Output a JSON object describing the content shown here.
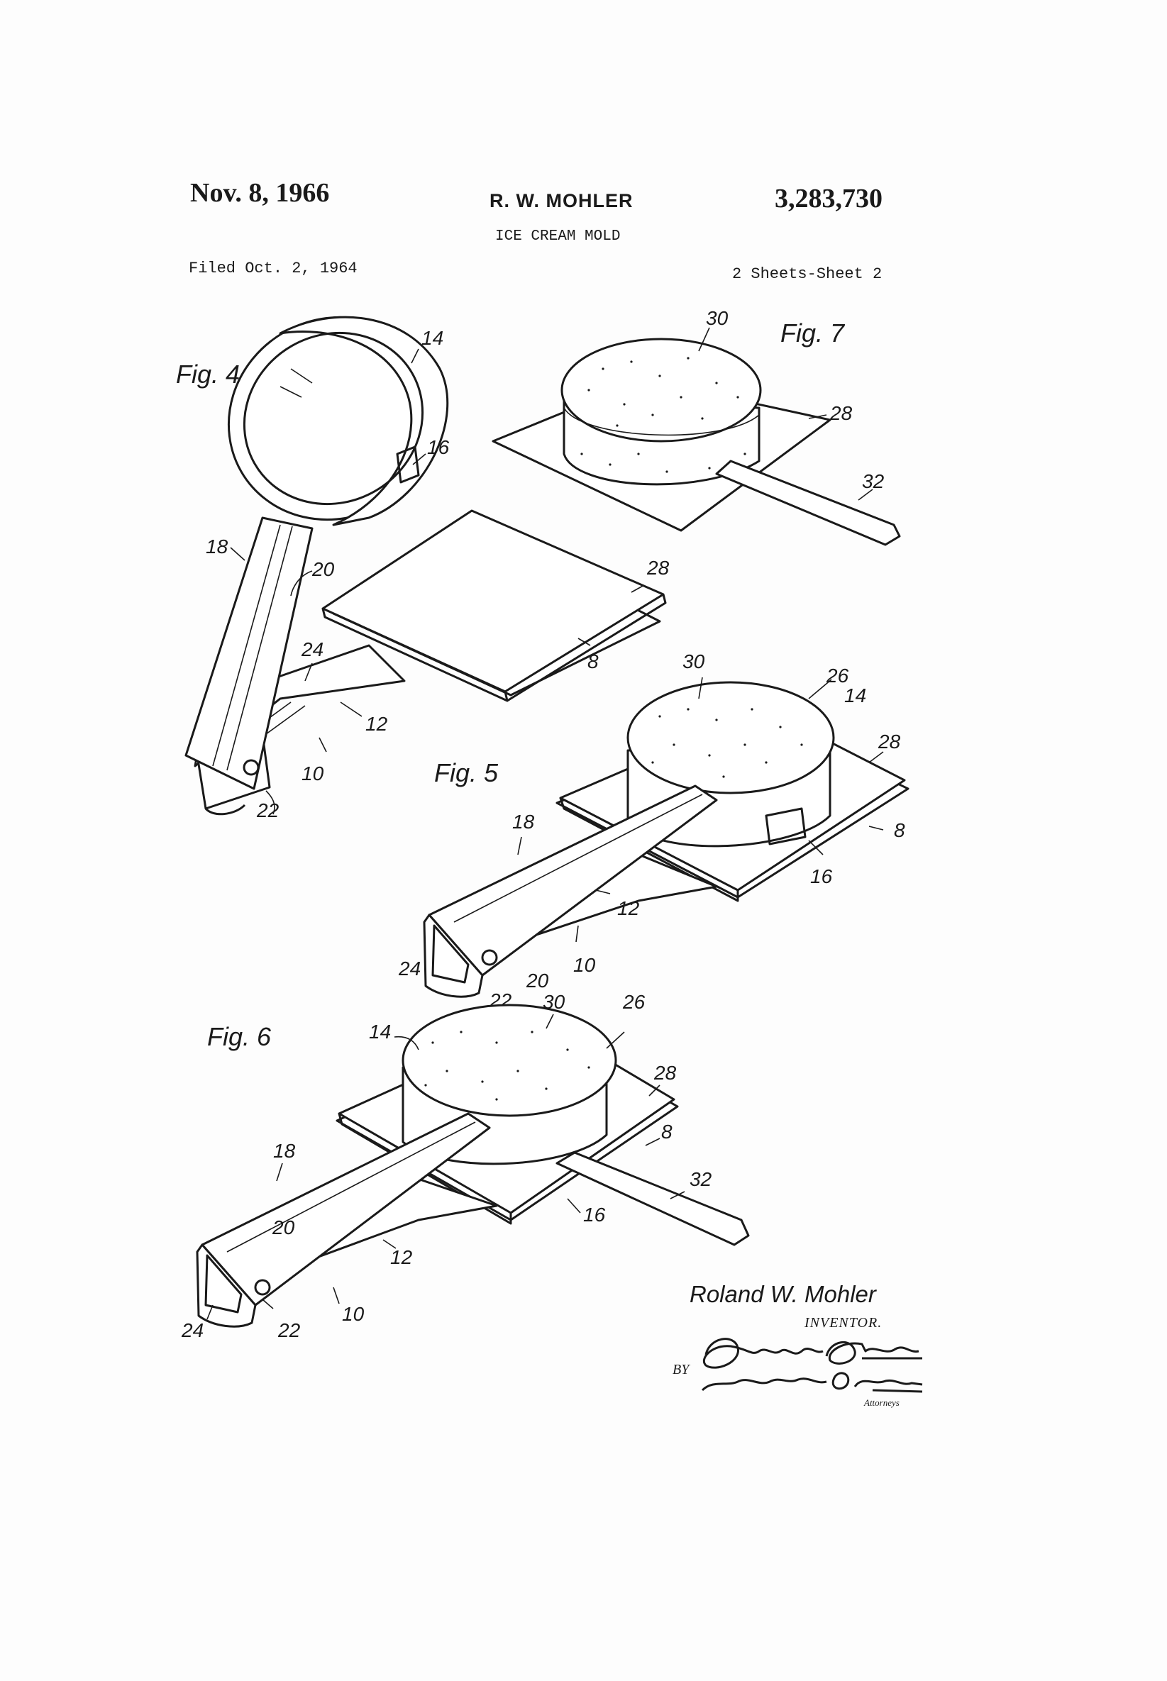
{
  "header": {
    "date": "Nov. 8, 1966",
    "inventor": "R. W. MOHLER",
    "patent_number": "3,283,730",
    "title": "ICE CREAM MOLD",
    "filed": "Filed Oct. 2, 1964",
    "sheets": "2 Sheets-Sheet 2"
  },
  "figures": {
    "fig4": {
      "label": "Fig. 4",
      "refs": [
        "14",
        "16",
        "18",
        "20",
        "24",
        "12",
        "10",
        "22",
        "28",
        "8"
      ]
    },
    "fig5": {
      "label": "Fig. 5",
      "refs": [
        "30",
        "26",
        "14",
        "28",
        "8",
        "16",
        "18",
        "12",
        "10",
        "20",
        "22",
        "24"
      ]
    },
    "fig6": {
      "label": "Fig. 6",
      "refs": [
        "14",
        "30",
        "26",
        "28",
        "8",
        "32",
        "16",
        "18",
        "20",
        "12",
        "10",
        "24",
        "22"
      ]
    },
    "fig7": {
      "label": "Fig. 7",
      "refs": [
        "30",
        "28",
        "32"
      ]
    }
  },
  "signature": {
    "name": "Roland W. Mohler",
    "role": "INVENTOR.",
    "by": "BY",
    "attorneys_signature": "Clarence A. O'Brien and Harvey B. Jacobson",
    "attorneys_label": "Attorneys"
  }
}
